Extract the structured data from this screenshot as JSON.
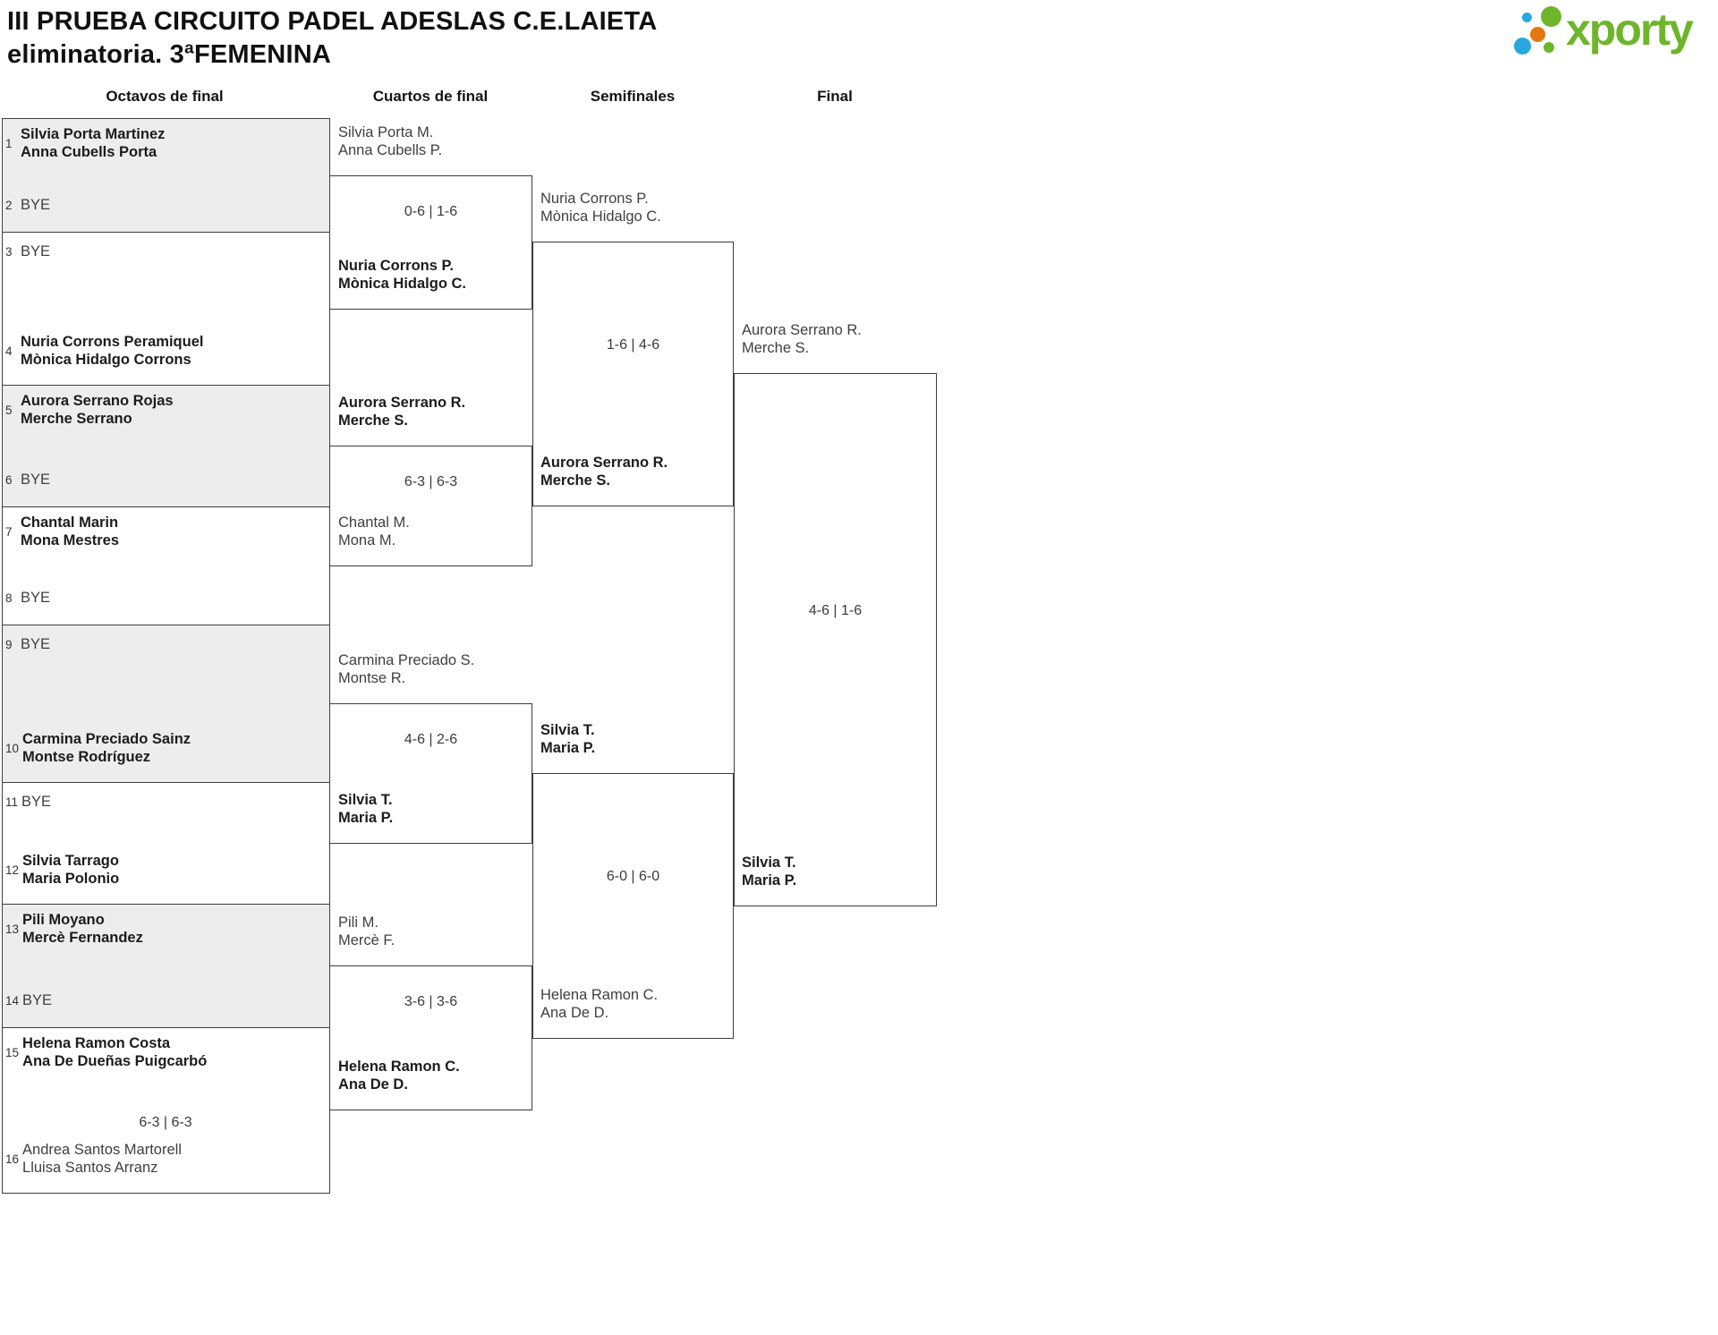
{
  "title": {
    "line1": "III PRUEBA CIRCUITO PADEL ADESLAS C.E.LAIETA",
    "line2": "eliminatoria. 3ªFEMENINA"
  },
  "logo": {
    "brand": "xporty"
  },
  "colors": {
    "brand_green": "#6eb52c",
    "brand_blue": "#29a8e0",
    "brand_orange": "#e87611",
    "box_grey": "#ededed",
    "line": "#3d3d3d"
  },
  "rounds": [
    "Octavos de final",
    "Cuartos de final",
    "Semifinales",
    "Final"
  ],
  "octavos": {
    "slots": [
      {
        "seed": "1",
        "line1": "Silvia Porta Martinez",
        "line2": "Anna Cubells Porta",
        "bold": true
      },
      {
        "seed": "2",
        "line1": "BYE",
        "bold": false
      },
      {
        "seed": "3",
        "line1": "BYE",
        "bold": false
      },
      {
        "seed": "4",
        "line1": "Nuria Corrons Peramiquel",
        "line2": "Mònica Hidalgo Corrons",
        "bold": true
      },
      {
        "seed": "5",
        "line1": "Aurora Serrano Rojas",
        "line2": "Merche Serrano",
        "bold": true
      },
      {
        "seed": "6",
        "line1": "BYE",
        "bold": false
      },
      {
        "seed": "7",
        "line1": "Chantal Marin",
        "line2": "Mona Mestres",
        "bold": true
      },
      {
        "seed": "8",
        "line1": "BYE",
        "bold": false
      },
      {
        "seed": "9",
        "line1": "BYE",
        "bold": false
      },
      {
        "seed": "10",
        "line1": "Carmina Preciado Sainz",
        "line2": "Montse Rodríguez",
        "bold": true
      },
      {
        "seed": "11",
        "line1": "BYE",
        "bold": false
      },
      {
        "seed": "12",
        "line1": "Silvia Tarrago",
        "line2": "Maria Polonio",
        "bold": true
      },
      {
        "seed": "13",
        "line1": "Pili Moyano",
        "line2": "Mercè Fernandez",
        "bold": true
      },
      {
        "seed": "14",
        "line1": "BYE",
        "bold": false
      },
      {
        "seed": "15",
        "line1": "Helena Ramon Costa",
        "line2": "Ana De Dueñas Puigcarbó",
        "bold": true
      },
      {
        "seed": "16",
        "line1": "Andrea Santos Martorell",
        "line2": "Lluisa Santos Arranz",
        "bold": false
      }
    ],
    "match_15_16_score": "6-3 | 6-3"
  },
  "quarterfinals": [
    {
      "top1": "Silvia Porta M.",
      "top2": "Anna Cubells P.",
      "top_bold": false,
      "score": "0-6 | 1-6",
      "bottom1": "Nuria Corrons P.",
      "bottom2": "Mònica Hidalgo C.",
      "bottom_bold": true
    },
    {
      "top1": "Aurora Serrano R.",
      "top2": "Merche S.",
      "top_bold": true,
      "score": "6-3 | 6-3",
      "bottom1": "Chantal M.",
      "bottom2": "Mona M.",
      "bottom_bold": false
    },
    {
      "top1": "Carmina Preciado S.",
      "top2": "Montse R.",
      "top_bold": false,
      "score": "4-6 | 2-6",
      "bottom1": "Silvia T.",
      "bottom2": "Maria P.",
      "bottom_bold": true
    },
    {
      "top1": "Pili M.",
      "top2": "Mercè F.",
      "top_bold": false,
      "score": "3-6 | 3-6",
      "bottom1": "Helena Ramon C.",
      "bottom2": "Ana De D.",
      "bottom_bold": true
    }
  ],
  "semifinals": [
    {
      "top1": "Nuria Corrons P.",
      "top2": "Mònica Hidalgo C.",
      "top_bold": false,
      "score": "1-6 | 4-6",
      "bottom1": "Aurora Serrano R.",
      "bottom2": "Merche S.",
      "bottom_bold": true
    },
    {
      "top1": "Silvia T.",
      "top2": "Maria P.",
      "top_bold": true,
      "score": "6-0 | 6-0",
      "bottom1": "Helena Ramon C.",
      "bottom2": "Ana De D.",
      "bottom_bold": false
    }
  ],
  "final": {
    "top1": "Aurora Serrano R.",
    "top2": "Merche S.",
    "top_bold": false,
    "score": "4-6 | 1-6",
    "bottom1": "Silvia T.",
    "bottom2": "Maria P.",
    "bottom_bold": true
  }
}
